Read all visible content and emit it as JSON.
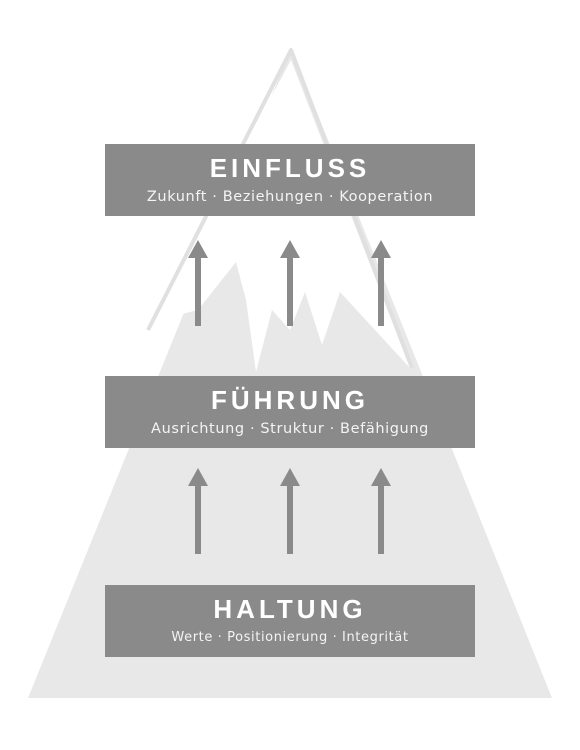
{
  "diagram": {
    "levels": [
      {
        "key": "einfluss",
        "title": "EINFLUSS",
        "subtitle": "Zukunft · Beziehungen · Kooperation"
      },
      {
        "key": "fuehrung",
        "title": "FÜHRUNG",
        "subtitle": "Ausrichtung · Struktur · Befähigung"
      },
      {
        "key": "haltung",
        "title": "HALTUNG",
        "subtitle": "Werte · Positionierung · Integrität"
      }
    ],
    "colors": {
      "box": "#8a8a8a",
      "box_text": "#ffffff",
      "mountain": "#e6e6e6",
      "arrow": "#8a8a8a"
    }
  }
}
